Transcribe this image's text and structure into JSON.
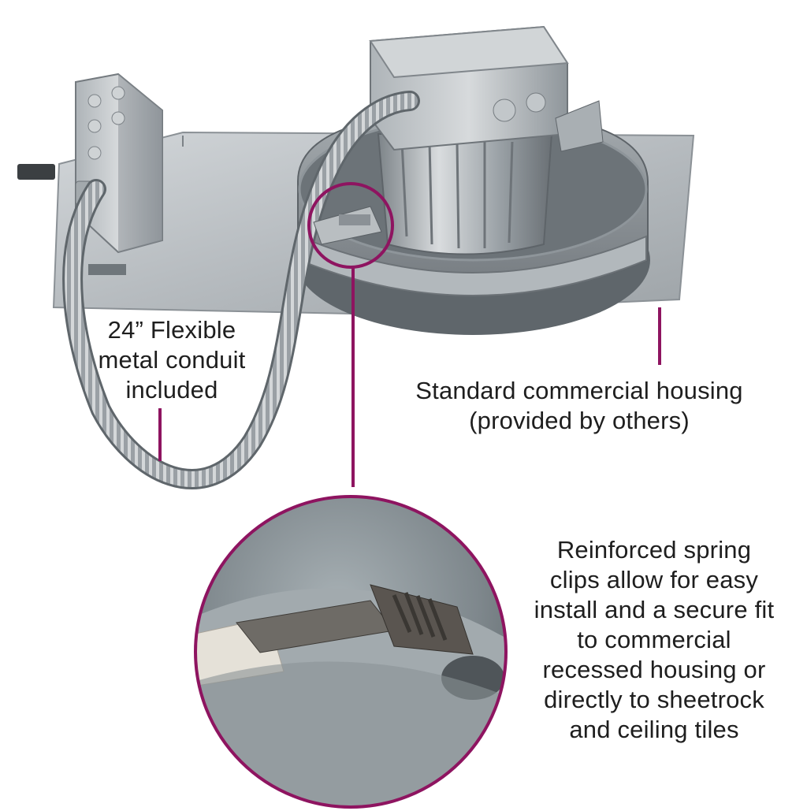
{
  "annotations": {
    "conduit": [
      "24” Flexible",
      "metal conduit",
      "included"
    ],
    "housing": [
      "Standard commercial housing",
      "(provided by others)"
    ],
    "spring_clip": [
      "Reinforced spring",
      "clips allow for easy",
      "install and a secure fit",
      "to commercial",
      "recessed housing or",
      "directly to sheetrock",
      "and ceiling tiles"
    ]
  },
  "colors": {
    "callout": "#8e1460",
    "text": "#1e1e1e",
    "metal_light": "#c9cdd0",
    "metal_mid": "#9aa1a6",
    "metal_dark": "#5d6368"
  }
}
